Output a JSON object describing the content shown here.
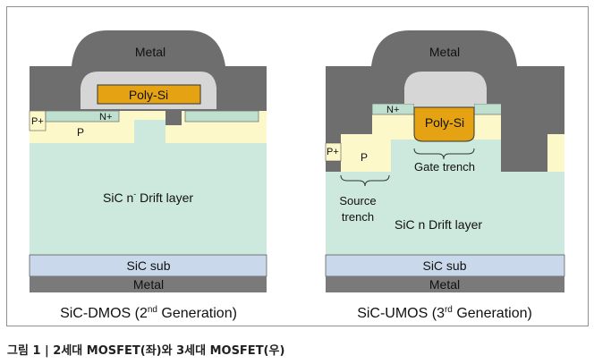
{
  "colors": {
    "metal": "#6e6e6e",
    "metal_light": "#9d9d9d",
    "oxide": "#d6d6d6",
    "poly_si": "#e5a313",
    "drift": "#cde8dc",
    "p_region": "#fdf8c9",
    "n_plus": "#bfe0cf",
    "sub": "#c9d8ea",
    "bottom_metal": "#7a7a7a"
  },
  "dmos": {
    "metal_top": "Metal",
    "poly": "Poly-Si",
    "p_plus": "P+",
    "n_plus": "N+",
    "p": "P",
    "drift": "SiC n",
    "drift_sup": "-",
    "drift_rest": " Drift layer",
    "sub": "SiC sub",
    "metal_bottom": "Metal",
    "caption_main": "SiC-DMOS (2",
    "caption_sup": "nd",
    "caption_rest": " Generation)"
  },
  "umos": {
    "metal_top": "Metal",
    "poly": "Poly-Si",
    "p_plus": "P+",
    "n_plus": "N+",
    "p": "P",
    "gate_trench": "Gate trench",
    "source_trench_1": "Source",
    "source_trench_2": "trench",
    "drift": "SiC n",
    "drift_rest": " Drift layer",
    "sub": "SiC sub",
    "metal_bottom": "Metal",
    "caption_main": "SiC-UMOS (3",
    "caption_sup": "rd",
    "caption_rest": " Generation)"
  },
  "figure_caption": "그림 1 | 2세대 MOSFET(좌)와 3세대 MOSFET(우)"
}
